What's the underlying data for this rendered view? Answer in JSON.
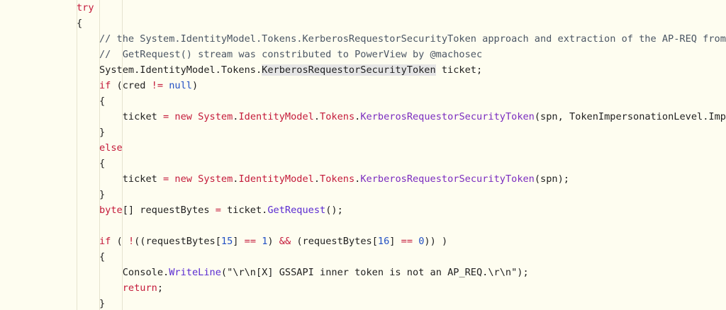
{
  "code": {
    "lines": [
      [
        {
          "t": "try",
          "c": "kw"
        }
      ],
      [
        {
          "t": "{"
        }
      ],
      [
        {
          "t": "// the System.IdentityModel.Tokens.KerberosRequestorSecurityToken approach and extraction of the AP-REQ from th",
          "c": "cmt"
        }
      ],
      [
        {
          "t": "//  GetRequest() stream was constributed to PowerView by @machosec",
          "c": "cmt"
        }
      ],
      [
        {
          "t": "System.IdentityModel.Tokens."
        },
        {
          "t": "KerberosRequestorSecurityToken",
          "c": "hl"
        },
        {
          "t": " ticket;"
        }
      ],
      [
        {
          "t": "if",
          "c": "kw"
        },
        {
          "t": " (cred "
        },
        {
          "t": "!=",
          "c": "op"
        },
        {
          "t": " "
        },
        {
          "t": "null",
          "c": "num"
        },
        {
          "t": ")"
        }
      ],
      [
        {
          "t": "{"
        }
      ],
      [
        {
          "t": "    ticket "
        },
        {
          "t": "=",
          "c": "op"
        },
        {
          "t": " "
        },
        {
          "t": "new",
          "c": "kw"
        },
        {
          "t": " "
        },
        {
          "t": "System",
          "c": "kw"
        },
        {
          "t": "."
        },
        {
          "t": "IdentityModel",
          "c": "kw"
        },
        {
          "t": "."
        },
        {
          "t": "Tokens",
          "c": "kw"
        },
        {
          "t": "."
        },
        {
          "t": "KerberosRequestorSecurityToken",
          "c": "type"
        },
        {
          "t": "(spn, TokenImpersonationLevel.Impers"
        }
      ],
      [
        {
          "t": "}"
        }
      ],
      [
        {
          "t": "else",
          "c": "kw"
        }
      ],
      [
        {
          "t": "{"
        }
      ],
      [
        {
          "t": "    ticket "
        },
        {
          "t": "=",
          "c": "op"
        },
        {
          "t": " "
        },
        {
          "t": "new",
          "c": "kw"
        },
        {
          "t": " "
        },
        {
          "t": "System",
          "c": "kw"
        },
        {
          "t": "."
        },
        {
          "t": "IdentityModel",
          "c": "kw"
        },
        {
          "t": "."
        },
        {
          "t": "Tokens",
          "c": "kw"
        },
        {
          "t": "."
        },
        {
          "t": "KerberosRequestorSecurityToken",
          "c": "type"
        },
        {
          "t": "(spn);"
        }
      ],
      [
        {
          "t": "}"
        }
      ],
      [
        {
          "t": "byte",
          "c": "kw"
        },
        {
          "t": "[] requestBytes "
        },
        {
          "t": "=",
          "c": "op"
        },
        {
          "t": " ticket."
        },
        {
          "t": "GetRequest",
          "c": "call"
        },
        {
          "t": "();"
        }
      ],
      [],
      [
        {
          "t": "if",
          "c": "kw"
        },
        {
          "t": " ( "
        },
        {
          "t": "!",
          "c": "op"
        },
        {
          "t": "((requestBytes["
        },
        {
          "t": "15",
          "c": "num"
        },
        {
          "t": "] "
        },
        {
          "t": "==",
          "c": "op"
        },
        {
          "t": " "
        },
        {
          "t": "1",
          "c": "num"
        },
        {
          "t": ") "
        },
        {
          "t": "&&",
          "c": "op"
        },
        {
          "t": " (requestBytes["
        },
        {
          "t": "16",
          "c": "num"
        },
        {
          "t": "] "
        },
        {
          "t": "==",
          "c": "op"
        },
        {
          "t": " "
        },
        {
          "t": "0",
          "c": "num"
        },
        {
          "t": ")) )"
        }
      ],
      [
        {
          "t": "{"
        }
      ],
      [
        {
          "t": "    Console."
        },
        {
          "t": "WriteLine",
          "c": "call"
        },
        {
          "t": "(\"\\r\\n[X] GSSAPI inner token is not an AP_REQ.\\r\\n\");"
        }
      ],
      [
        {
          "t": "    "
        },
        {
          "t": "return",
          "c": "kw"
        },
        {
          "t": ";"
        }
      ],
      [
        {
          "t": "}"
        }
      ]
    ]
  }
}
